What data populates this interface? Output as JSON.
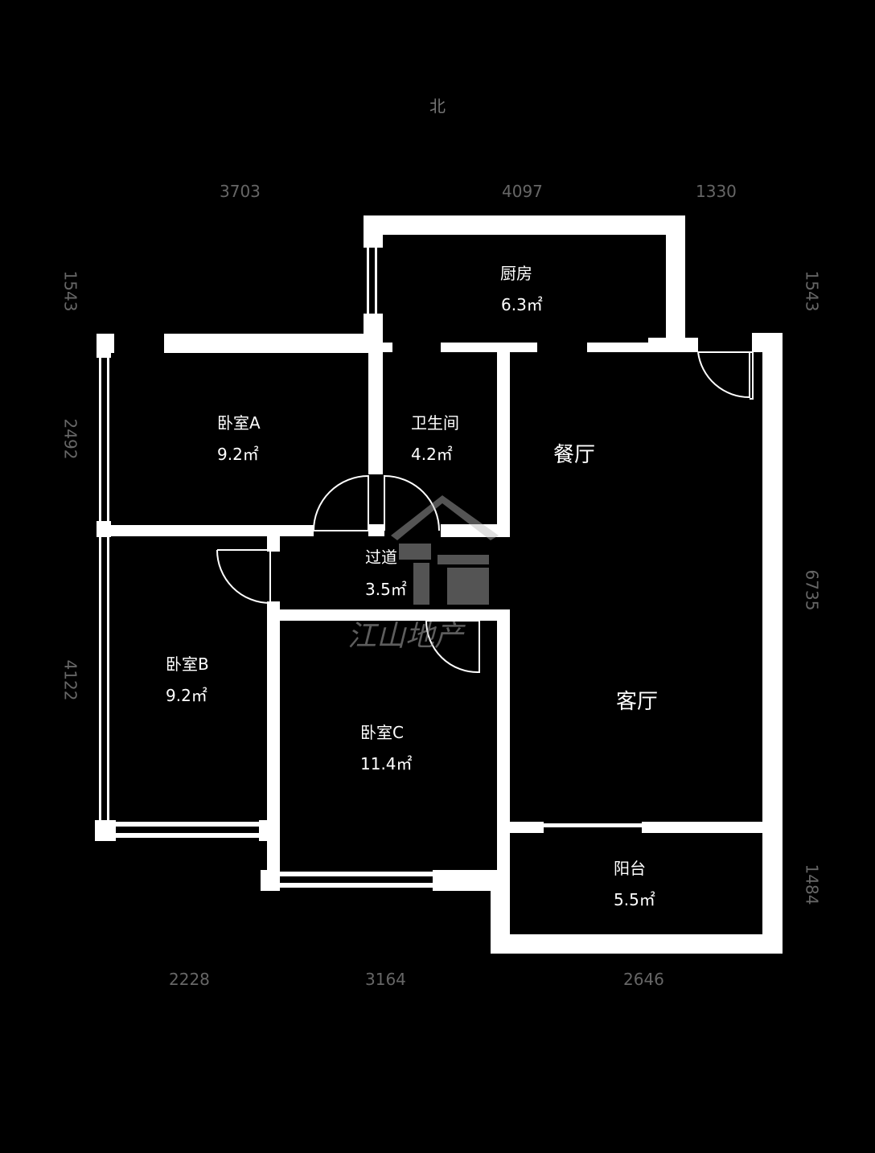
{
  "compass": "北",
  "rooms": [
    {
      "key": "kitchen",
      "name": "厨房",
      "area": "6.3㎡"
    },
    {
      "key": "bedroom-a",
      "name": "卧室A",
      "area": "9.2㎡"
    },
    {
      "key": "bathroom",
      "name": "卫生间",
      "area": "4.2㎡"
    },
    {
      "key": "dining",
      "name": "餐厅"
    },
    {
      "key": "hallway",
      "name": "过道",
      "area": "3.5㎡"
    },
    {
      "key": "bedroom-b",
      "name": "卧室B",
      "area": "9.2㎡"
    },
    {
      "key": "bedroom-c",
      "name": "卧室C",
      "area": "11.4㎡"
    },
    {
      "key": "living",
      "name": "客厅"
    },
    {
      "key": "balcony",
      "name": "阳台",
      "area": "5.5㎡"
    }
  ],
  "dimensions": {
    "top": [
      "3703",
      "4097",
      "1330"
    ],
    "bottom": [
      "2228",
      "3164",
      "2646"
    ],
    "left": [
      "1543",
      "2492",
      "4122"
    ],
    "right": [
      "1543",
      "6735",
      "1484"
    ]
  },
  "watermark": {
    "text": "江山地产"
  },
  "colors": {
    "wall": "#ffffff",
    "background": "#000000",
    "dimension_text": "#666666"
  }
}
